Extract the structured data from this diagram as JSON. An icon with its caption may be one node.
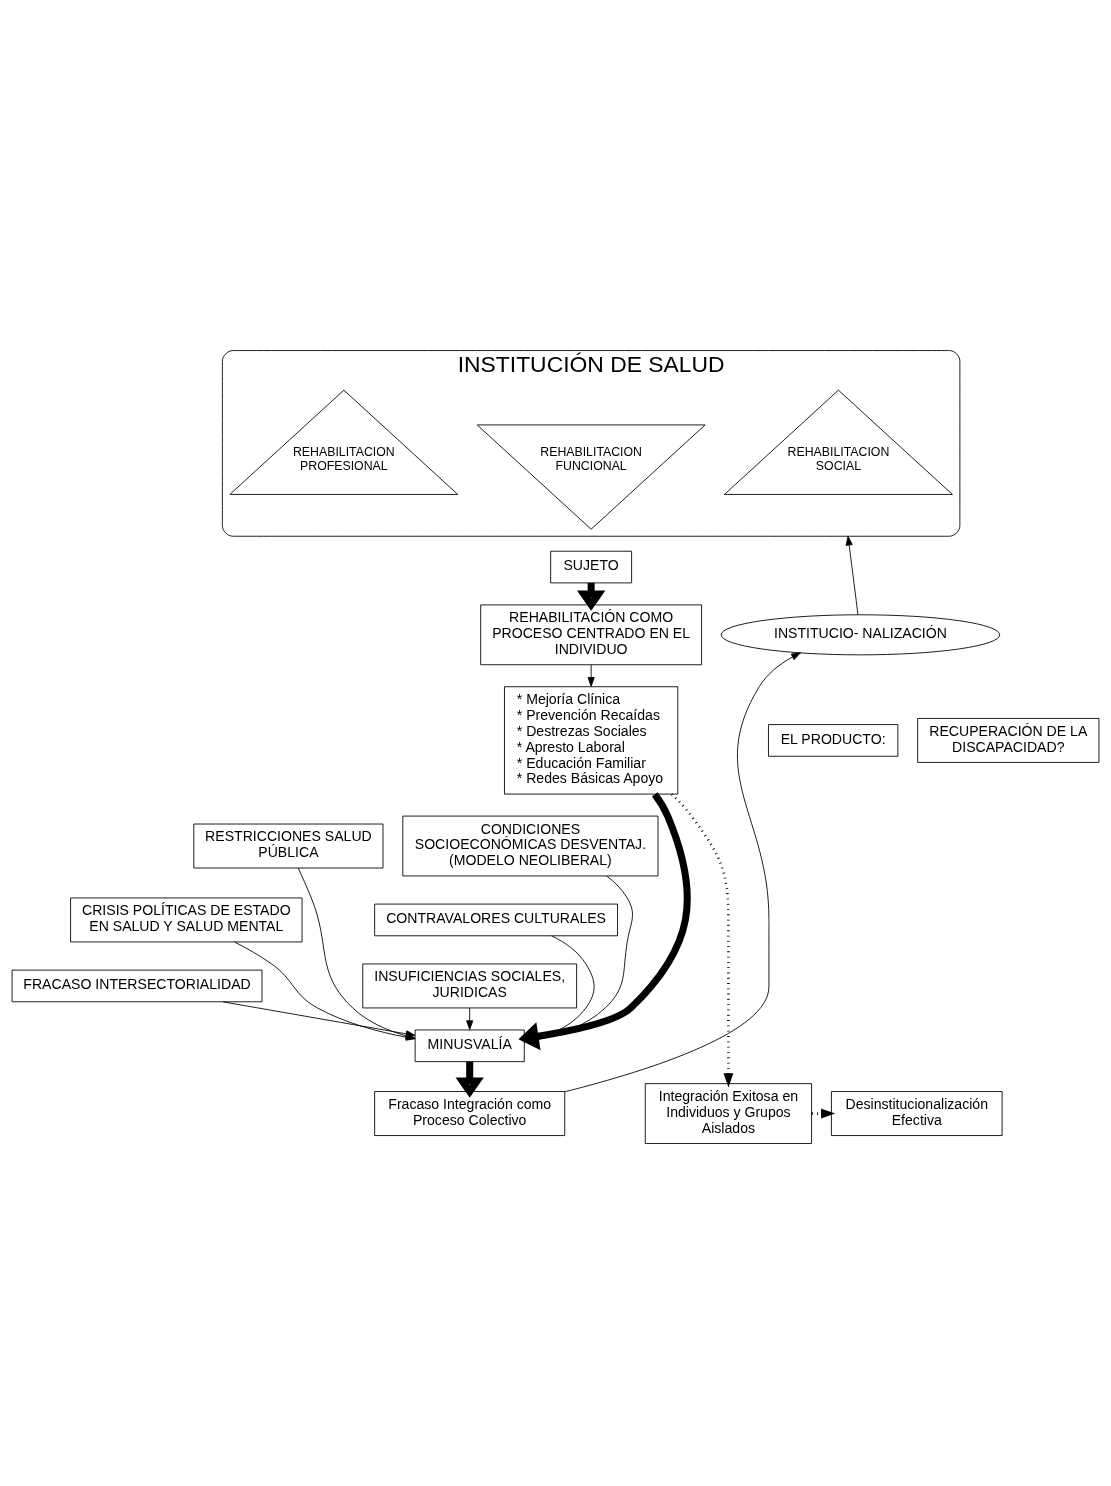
{
  "diagram": {
    "nodes": [
      {
        "text": [
          "INSTITUCIÓN DE SALUD"
        ]
      },
      {
        "text": [
          "REHABILITACION SOCIAL"
        ],
        "in": 0
      },
      {
        "text": [
          "REHABILITACION FUNCIONAL"
        ],
        "in": 0
      },
      {
        "text": [
          "REHABILITACION PROFESIONAL"
        ],
        "in": 0
      },
      {
        "text": [
          "SUJETO"
        ]
      },
      {
        "text": [
          "REHABILITACIÓN COMO PROCESO CENTRADO EN EL INDIVIDUO"
        ]
      },
      {
        "text": [
          "EL PRODUCTO:"
        ]
      },
      {
        "text": [
          "* Mejoría Clínica",
          "* Prevención Recaídas",
          "* Destrezas Sociales",
          "* Apresto Laboral",
          "* Educación Familiar",
          "* Redes Básicas Apoyo"
        ]
      },
      {
        "text": [
          "RECUPERACIÓN DE LA DISCAPACIDAD?"
        ]
      },
      {
        "text": [
          "RESTRICCIONES SALUD PÚBLICA"
        ]
      },
      {
        "text": [
          "CRISIS POLÍTICAS DE ESTADO EN SALUD Y SALUD MENTAL"
        ]
      },
      {
        "text": [
          "FRACASO INTERSECTORIALIDAD"
        ]
      },
      {
        "text": [
          "CONDICIONES SOCIOECONÓMICAS DESVENTAJ. (MODELO NEOLIBERAL)"
        ]
      },
      {
        "text": [
          "CONTRAVALORES CULTURALES"
        ]
      },
      {
        "text": [
          "INSUFICIENCIAS SOCIALES, JURIDICAS"
        ]
      },
      {
        "text": [
          "MINUSVALÍA"
        ]
      },
      {
        "text": [
          "INSTITUCIO- NALIZACIÓN"
        ]
      },
      {
        "text": [
          "Desinstitucionalización Efectiva"
        ]
      },
      {
        "text": [
          "Fracaso Integración como Proceso Colectivo"
        ]
      },
      {
        "text": [
          "Integración Exitosa en Individuos y Grupos Aislados"
        ]
      }
    ],
    "edges": [
      {
        "from": 4,
        "to": 5,
        "arrow": "to",
        "style": "thick"
      },
      {
        "from": 5,
        "to": 7,
        "arrow": "to"
      },
      {
        "from": 7,
        "to": 15,
        "arrow": "to",
        "style": "thick"
      },
      {
        "from": 9,
        "to": 15,
        "arrow": "to"
      },
      {
        "from": 10,
        "to": 15,
        "arrow": "to"
      },
      {
        "from": 11,
        "to": 15,
        "arrow": "to"
      },
      {
        "from": 12,
        "to": 15,
        "arrow": "to"
      },
      {
        "from": 13,
        "to": 15,
        "arrow": "to"
      },
      {
        "from": 14,
        "to": 15,
        "arrow": "to"
      },
      {
        "from": 7,
        "to": 19,
        "arrow": "to",
        "style": "dashed"
      },
      {
        "from": 15,
        "to": 18,
        "arrow": "to",
        "style": "thick"
      },
      {
        "from": 18,
        "to": 16,
        "arrow": "to"
      },
      {
        "from": 16,
        "to": 0,
        "arrow": "to"
      },
      {
        "from": 19,
        "to": 17,
        "arrow": "to",
        "style": "dashed"
      }
    ]
  }
}
